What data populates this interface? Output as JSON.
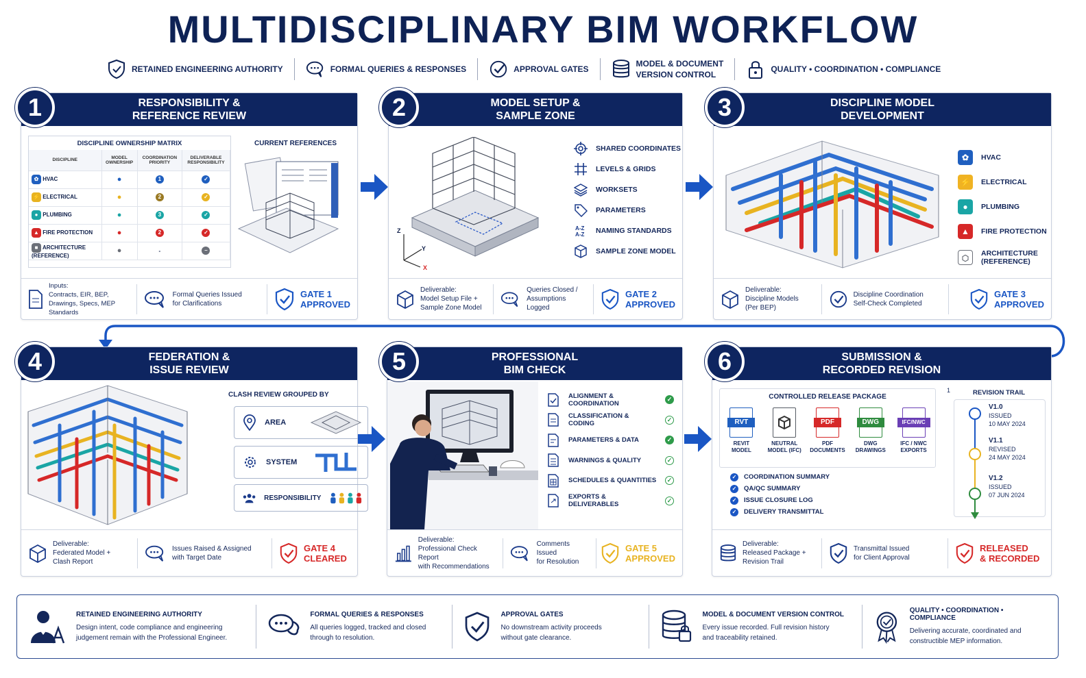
{
  "title": "MULTIDISCIPLINARY BIM WORKFLOW",
  "topbar": [
    {
      "icon": "shield-check-icon",
      "label": "RETAINED ENGINEERING AUTHORITY"
    },
    {
      "icon": "chat-bubbles-icon",
      "label": "FORMAL QUERIES & RESPONSES"
    },
    {
      "icon": "check-circle-icon",
      "label": "APPROVAL GATES"
    },
    {
      "icon": "database-icon",
      "label": "MODEL & DOCUMENT\nVERSION CONTROL"
    },
    {
      "icon": "lock-icon",
      "label": "QUALITY • COORDINATION • COMPLIANCE"
    }
  ],
  "panels": [
    {
      "number": "1",
      "title": "RESPONSIBILITY &\nREFERENCE REVIEW",
      "matrix": {
        "title": "DISCIPLINE OWNERSHIP MATRIX",
        "headers": [
          "DISCIPLINE",
          "MODEL\nOWNERSHIP",
          "COORDINATION\nPRIORITY",
          "DELIVERABLE\nRESPONSIBILITY"
        ],
        "rows": [
          {
            "name": "HVAC",
            "color": "#1f5fbf",
            "priority": "1"
          },
          {
            "name": "ELECTRICAL",
            "color": "#e8b321",
            "priority": "2"
          },
          {
            "name": "PLUMBING",
            "color": "#1aa5a5",
            "priority": "3"
          },
          {
            "name": "FIRE PROTECTION",
            "color": "#d62828",
            "priority": "2"
          },
          {
            "name": "ARCHITECTURE\n(REFERENCE)",
            "color": "#6b6f78",
            "priority": "-"
          }
        ]
      },
      "side_label": "CURRENT REFERENCES",
      "footer": {
        "inputs": "Inputs:\nContracts, EIR, BEP,\nDrawings, Specs, MEP\nStandards",
        "queries": "Formal Queries Issued\nfor Clarifications",
        "gate": "GATE 1\nAPPROVED",
        "gate_color": "#1a56c4"
      }
    },
    {
      "number": "2",
      "title": "MODEL SETUP &\nSAMPLE ZONE",
      "list": [
        {
          "icon": "target-icon",
          "label": "SHARED COORDINATES"
        },
        {
          "icon": "grid-icon",
          "label": "LEVELS & GRIDS"
        },
        {
          "icon": "layers-icon",
          "label": "WORKSETS"
        },
        {
          "icon": "tag-icon",
          "label": "PARAMETERS"
        },
        {
          "icon": "sort-az-icon",
          "label": "NAMING STANDARDS"
        },
        {
          "icon": "cube-icon",
          "label": "SAMPLE ZONE MODEL"
        }
      ],
      "axes": {
        "z": "Z",
        "y": "Y",
        "x": "X"
      },
      "footer": {
        "deliverable": "Deliverable:\nModel Setup File +\nSample Zone Model",
        "queries": "Queries Closed /\nAssumptions Logged",
        "gate": "GATE 2\nAPPROVED",
        "gate_color": "#1a56c4"
      }
    },
    {
      "number": "3",
      "title": "DISCIPLINE MODEL\nDEVELOPMENT",
      "list": [
        {
          "label": "HVAC",
          "color": "#1f5fbf",
          "glyph": "✿"
        },
        {
          "label": "ELECTRICAL",
          "color": "#f0b323",
          "glyph": "⚡"
        },
        {
          "label": "PLUMBING",
          "color": "#1aa5a5",
          "glyph": "💧"
        },
        {
          "label": "FIRE PROTECTION",
          "color": "#d62828",
          "glyph": "🔥"
        },
        {
          "label": "ARCHITECTURE\n(REFERENCE)",
          "color": "#ffffff",
          "glyph": "⬡"
        }
      ],
      "footer": {
        "deliverable": "Deliverable:\nDiscipline Models\n(Per BEP)",
        "queries": "Discipline Coordination\nSelf-Check Completed",
        "gate": "GATE 3\nAPPROVED",
        "gate_color": "#1a56c4"
      }
    },
    {
      "number": "4",
      "title": "FEDERATION &\nISSUE REVIEW",
      "clash_title": "CLASH REVIEW GROUPED BY",
      "clash": [
        "AREA",
        "SYSTEM",
        "RESPONSIBILITY"
      ],
      "footer": {
        "deliverable": "Deliverable:\nFederated Model +\nClash Report",
        "queries": "Issues Raised & Assigned\nwith Target Date",
        "gate": "GATE 4\nCLEARED",
        "gate_color": "#d62828"
      }
    },
    {
      "number": "5",
      "title": "PROFESSIONAL\nBIM CHECK",
      "list": [
        {
          "label": "ALIGNMENT & COORDINATION",
          "filled": true
        },
        {
          "label": "CLASSIFICATION & CODING",
          "filled": false
        },
        {
          "label": "PARAMETERS & DATA",
          "filled": true
        },
        {
          "label": "WARNINGS & QUALITY",
          "filled": false
        },
        {
          "label": "SCHEDULES & QUANTITIES",
          "filled": false
        },
        {
          "label": "EXPORTS & DELIVERABLES",
          "filled": false
        }
      ],
      "footer": {
        "deliverable": "Deliverable:\nProfessional Check Report\nwith Recommendations",
        "queries": "Comments Issued\nfor Resolution",
        "gate": "GATE 5\nAPPROVED",
        "gate_color": "#e8b321"
      }
    },
    {
      "number": "6",
      "title": "SUBMISSION &\nRECORDED REVISION",
      "package_title": "CONTROLLED RELEASE PACKAGE",
      "files": [
        {
          "tag": "RVT",
          "label": "REVIT\nMODEL",
          "color": "#1f5fbf"
        },
        {
          "tag": "",
          "label": "NEUTRAL\nMODEL (IFC)",
          "color": "#555a63"
        },
        {
          "tag": "PDF",
          "label": "PDF\nDOCUMENTS",
          "color": "#d62828"
        },
        {
          "tag": "DWG",
          "label": "DWG\nDRAWINGS",
          "color": "#2e8b3e"
        },
        {
          "tag": "IFC/NWC",
          "label": "IFC / NWC\nEXPORTS",
          "color": "#6a3fb5"
        }
      ],
      "checklist": [
        "COORDINATION SUMMARY",
        "QA/QC SUMMARY",
        "ISSUE CLOSURE LOG",
        "DELIVERY TRANSMITTAL"
      ],
      "revision_title": "REVISION TRAIL",
      "marker": "1",
      "revisions": [
        {
          "version": "V1.0",
          "status": "ISSUED",
          "date": "10 MAY 2024",
          "color": "#1a56c4"
        },
        {
          "version": "V1.1",
          "status": "REVISED",
          "date": "24 MAY 2024",
          "color": "#e8b321"
        },
        {
          "version": "V1.2",
          "status": "ISSUED",
          "date": "07 JUN 2024",
          "color": "#2e8b3e"
        }
      ],
      "footer": {
        "deliverable": "Deliverable:\nReleased Package +\nRevision Trail",
        "queries": "Transmittal Issued\nfor Client Approval",
        "gate": "RELEASED\n& RECORDED",
        "gate_color": "#d62828"
      }
    }
  ],
  "bottom": [
    {
      "icon": "engineer-icon",
      "heading": "RETAINED ENGINEERING AUTHORITY",
      "text": "Design intent, code compliance and engineering\njudgement remain with the Professional Engineer."
    },
    {
      "icon": "chat-bubbles-icon",
      "heading": "FORMAL QUERIES & RESPONSES",
      "text": "All queries logged, tracked and closed\nthrough to resolution."
    },
    {
      "icon": "shield-check-icon",
      "heading": "APPROVAL GATES",
      "text": "No downstream activity proceeds\nwithout gate clearance."
    },
    {
      "icon": "database-lock-icon",
      "heading": "MODEL & DOCUMENT VERSION CONTROL",
      "text": "Every issue recorded. Full revision history\nand traceability retained."
    },
    {
      "icon": "award-icon",
      "heading": "QUALITY • COORDINATION • COMPLIANCE",
      "text": "Delivering accurate, coordinated and\nconstructible MEP information."
    }
  ]
}
